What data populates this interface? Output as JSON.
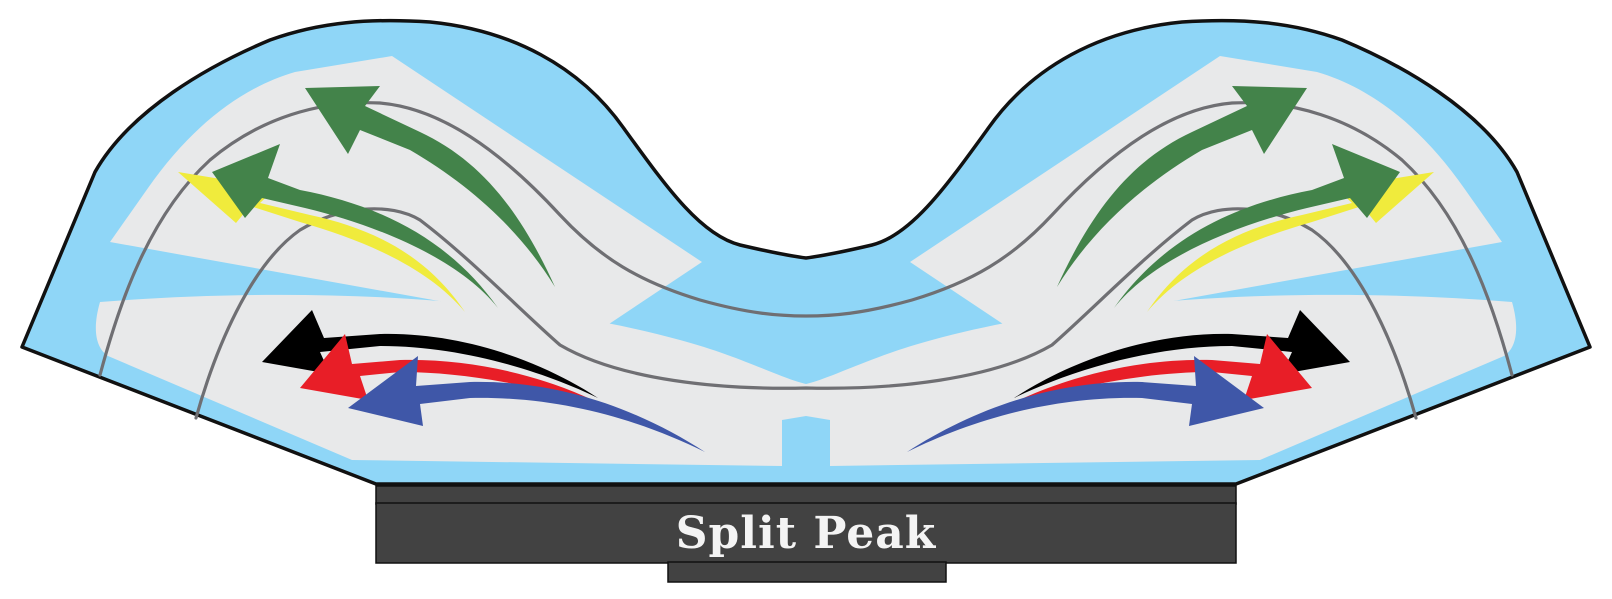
{
  "diagram": {
    "label": "Split Peak",
    "colors": {
      "outer_fill": "#8fd6f7",
      "inner_fill": "#e8e9ea",
      "outline": "#111111",
      "curve": "#6f6f73",
      "plate": "#424242",
      "label_text": "#f4f4f4",
      "arrow_green": "#43834a",
      "arrow_yellow": "#f0eb3c",
      "arrow_black": "#000000",
      "arrow_red": "#e81e27",
      "arrow_blue": "#3f57a8"
    },
    "arrows_per_side": [
      "green",
      "green",
      "yellow",
      "black",
      "red",
      "blue"
    ]
  }
}
